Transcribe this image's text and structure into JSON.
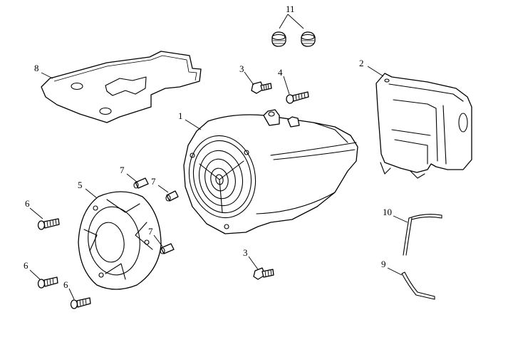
{
  "callouts": {
    "c1": "1",
    "c2": "2",
    "c3a": "3",
    "c3b": "3",
    "c4": "4",
    "c5": "5",
    "c6a": "6",
    "c6b": "6",
    "c6c": "6",
    "c7a": "7",
    "c7b": "7",
    "c7c": "7",
    "c8": "8",
    "c9": "9",
    "c10": "10",
    "c11": "11"
  },
  "colors": {
    "line": "#000000",
    "background": "#ffffff"
  }
}
